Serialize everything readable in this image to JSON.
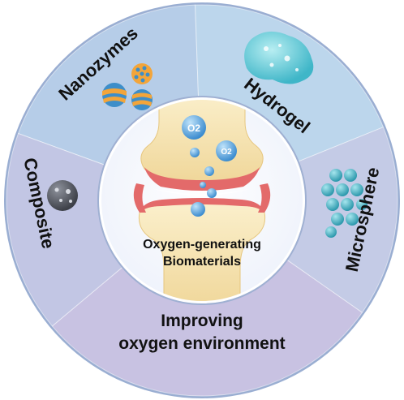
{
  "center": {
    "line1": "Oxygen-generating",
    "line2": "Biomaterials",
    "bubble_symbol_1": "O2",
    "bubble_symbol_2": "O2"
  },
  "segments": {
    "nanozymes": "Nanozymes",
    "hydrogel": "Hydrogel",
    "microsphere": "Microsphere",
    "composite": "Composite"
  },
  "bottom": {
    "line1": "Improving",
    "line2": "oxygen environment"
  },
  "colors": {
    "segment_top": "#b6cde8",
    "segment_right_top": "#bcd6ec",
    "segment_right": "#c4cbe6",
    "segment_bottom": "#c8c2e2",
    "segment_left": "#c2c6e4",
    "ring_border": "#9aaed2",
    "cartilage": "#e36a6a",
    "bone": "#f4e3b0",
    "bubble": "#4f9fd8",
    "hydrogel": "#7fd1dc",
    "microsphere": "#3eaebf",
    "composite": "#5a5d66",
    "nanozyme_orange": "#f3a53a",
    "nanozyme_blue": "#3d8ec9"
  }
}
